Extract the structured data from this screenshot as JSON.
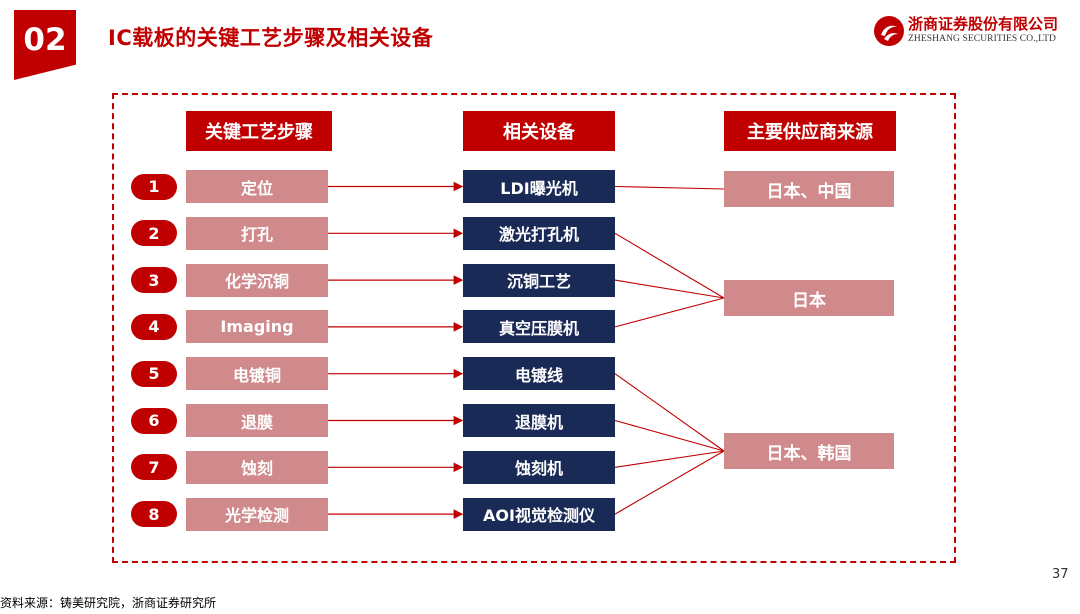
{
  "section_number": "02",
  "title": "IC载板的关键工艺步骤及相关设备",
  "logo": {
    "name_cn": "浙商证券股份有限公司",
    "name_en": "ZHESHANG SECURITIES CO.,LTD",
    "color": "#c00000"
  },
  "headers": {
    "steps": "关键工艺步骤",
    "equipment": "相关设备",
    "suppliers": "主要供应商来源"
  },
  "rows": [
    {
      "num": "1",
      "step": "定位",
      "equipment": "LDI曝光机"
    },
    {
      "num": "2",
      "step": "打孔",
      "equipment": "激光打孔机"
    },
    {
      "num": "3",
      "step": "化学沉铜",
      "equipment": "沉铜工艺"
    },
    {
      "num": "4",
      "step": "Imaging",
      "equipment": "真空压膜机"
    },
    {
      "num": "5",
      "step": "电镀铜",
      "equipment": "电镀线"
    },
    {
      "num": "6",
      "step": "退膜",
      "equipment": "退膜机"
    },
    {
      "num": "7",
      "step": "蚀刻",
      "equipment": "蚀刻机"
    },
    {
      "num": "8",
      "step": "光学检测",
      "equipment": "AOI视觉检测仪"
    }
  ],
  "suppliers": [
    {
      "label": "日本、中国",
      "equipment_rows": [
        1
      ]
    },
    {
      "label": "日本",
      "equipment_rows": [
        2,
        3,
        4
      ]
    },
    {
      "label": "日本、韩国",
      "equipment_rows": [
        5,
        6,
        7,
        8
      ]
    }
  ],
  "colors": {
    "accent": "#c00000",
    "step_box": "#d08a8c",
    "equipment_box": "#1a2a57"
  },
  "source_note": "资料来源：铸美研究院，浙商证券研究所",
  "page_number": "37"
}
